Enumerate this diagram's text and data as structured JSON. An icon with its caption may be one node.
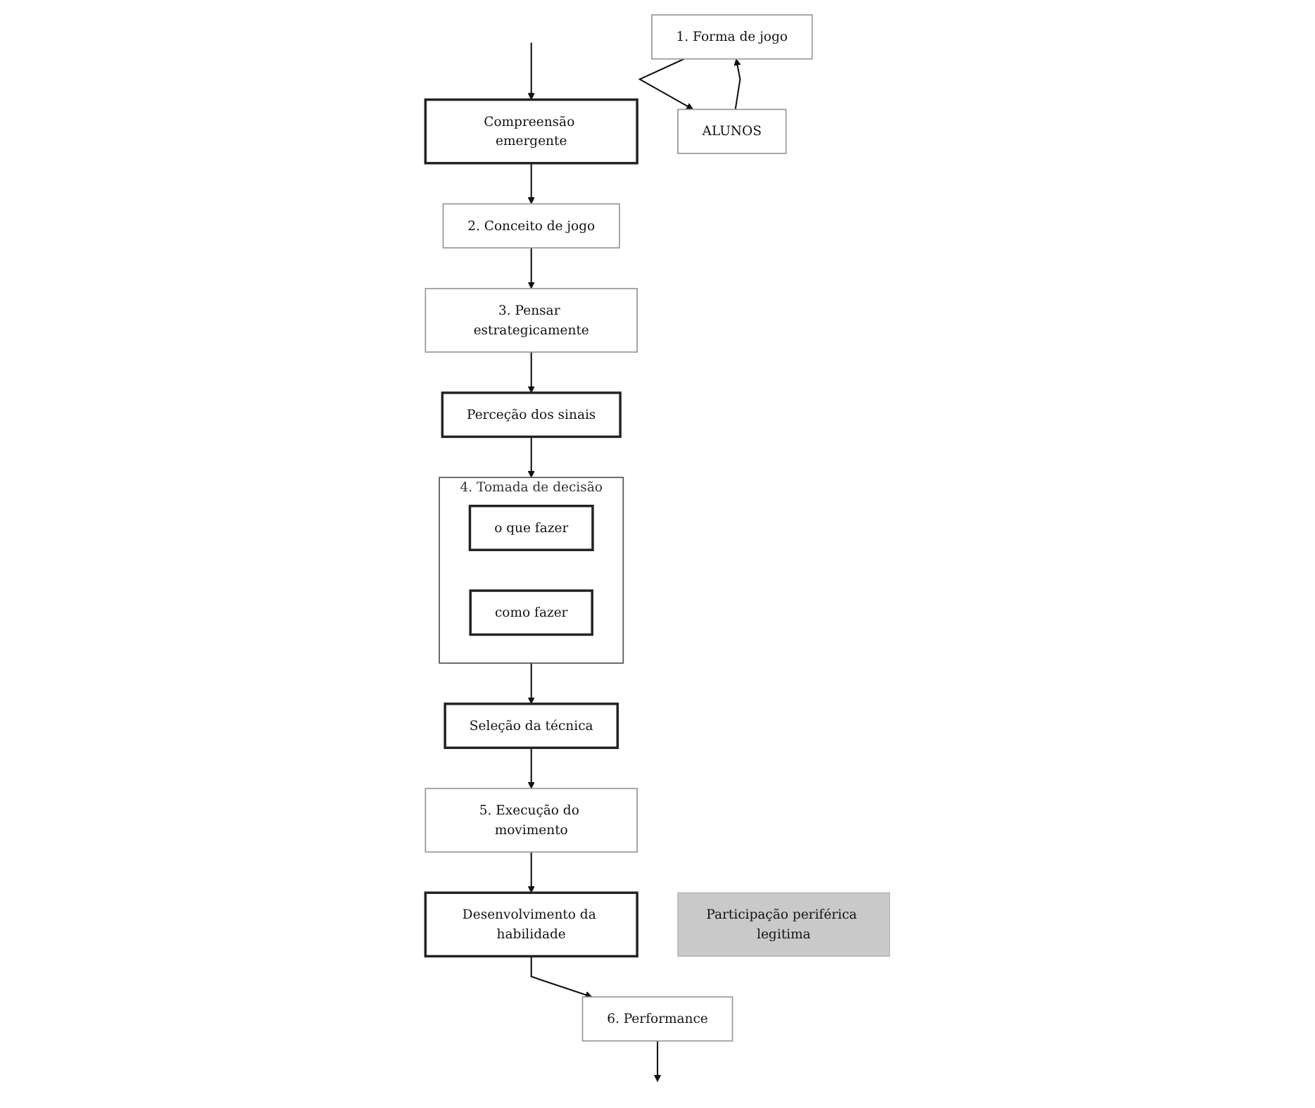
{
  "diagram": {
    "nodes": [
      {
        "text": [
          "1. Forma de jogo"
        ]
      },
      {
        "text": [
          "Participação periférica legitima"
        ]
      },
      {
        "text": [
          "Compreensão emergente"
        ]
      },
      {
        "text": [
          "6. Performance"
        ]
      },
      {
        "text": [
          "ALUNOS"
        ]
      },
      {
        "text": [
          "2. Conceito de jogo"
        ]
      },
      {
        "text": [
          "Desenvolvimento da habilidade"
        ]
      },
      {
        "text": [
          "3. Pensar estrategicamente"
        ]
      },
      {
        "text": [
          "5. Execução do movimento"
        ]
      },
      {
        "text": [
          "4. Tomada de decisão"
        ]
      },
      {
        "text": [
          "o que fazer"
        ],
        "in": 9
      },
      {
        "text": [
          "como fazer"
        ],
        "in": 9
      },
      {
        "text": [
          "Perceção dos sinais"
        ]
      },
      {
        "text": [
          "Seleção da técnica"
        ]
      }
    ],
    "edges": [
      {
        "from": 0,
        "to": 4,
        "arrow": "to"
      },
      {
        "from": 4,
        "to": 0,
        "arrow": "to"
      },
      {
        "from": null,
        "to": 2,
        "arrow": "to"
      },
      {
        "from": 3,
        "to": null,
        "arrow": "to"
      },
      {
        "from": 2,
        "to": 5,
        "arrow": "to"
      },
      {
        "from": 5,
        "to": 7,
        "arrow": "to"
      },
      {
        "from": 7,
        "to": 12,
        "arrow": "to"
      },
      {
        "from": 12,
        "to": 9,
        "arrow": "to"
      },
      {
        "from": 9,
        "to": 13,
        "arrow": "to"
      },
      {
        "from": 13,
        "to": 8,
        "arrow": "to"
      },
      {
        "from": 8,
        "to": 6,
        "arrow": "to"
      },
      {
        "from": 6,
        "to": 3,
        "arrow": "to"
      }
    ]
  }
}
